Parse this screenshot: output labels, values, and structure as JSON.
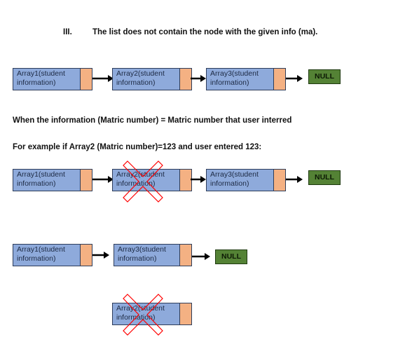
{
  "heading": {
    "numeral": "III.",
    "text": "The list does not contain the node with the given info (ma)."
  },
  "line_when": "When the information (Matric number) = Matric number that user interred",
  "line_example": "For example if Array2 (Matric number)=123 and user entered 123:",
  "rows": {
    "row1": {
      "nodes": [
        "Array1(student information)",
        "Array2(student information)",
        "Array3(student information)"
      ],
      "null": "NULL"
    },
    "row2": {
      "nodes": [
        "Array1(student information)",
        "Array2(student information)",
        "Array3(student information)"
      ],
      "null": "NULL"
    },
    "row3": {
      "nodes": [
        "Array1(student information)",
        "Array3(student information)"
      ],
      "null": "NULL"
    },
    "removed": {
      "node": "Array2(student information)"
    }
  },
  "colors": {
    "info_fill": "#8eaadb",
    "pointer_fill": "#f4b183",
    "null_fill": "#548235",
    "cross": "#ff0000"
  }
}
